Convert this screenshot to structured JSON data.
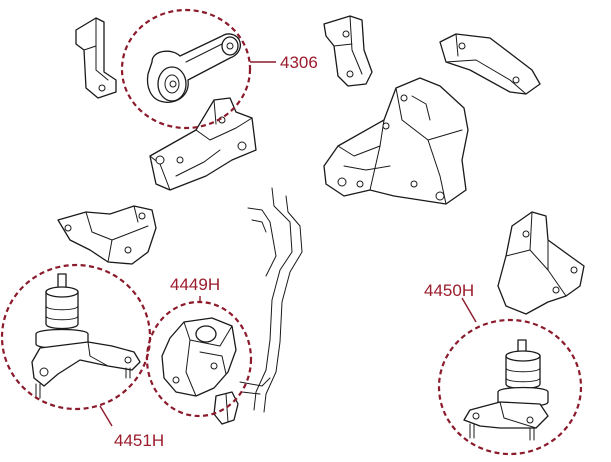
{
  "colors": {
    "line_art": "#1a1a1a",
    "callout": "#8b1a2b",
    "callout_text": "#9b1c2c",
    "background": "#ffffff"
  },
  "callouts": [
    {
      "id": "c4306",
      "label": "4306"
    },
    {
      "id": "c4449h",
      "label": "4449H"
    },
    {
      "id": "c4450h",
      "label": "4450H"
    },
    {
      "id": "c4451h",
      "label": "4451H"
    }
  ]
}
